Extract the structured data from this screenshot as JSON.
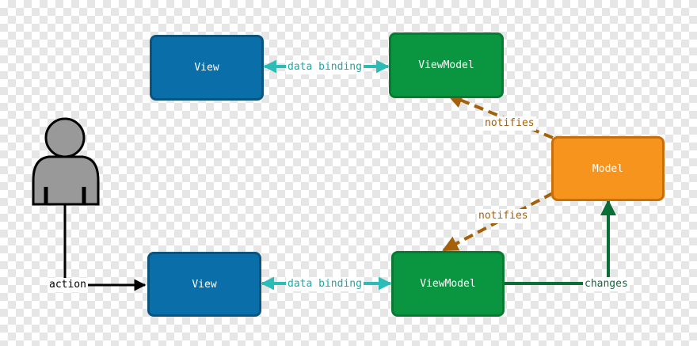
{
  "nodes": {
    "view_top": "View",
    "viewmodel_top": "ViewModel",
    "view_bottom": "View",
    "viewmodel_bottom": "ViewModel",
    "model": "Model"
  },
  "edges": {
    "binding_top": "data binding",
    "binding_bottom": "data binding",
    "notifies_top": "notifies",
    "notifies_bottom": "notifies",
    "changes": "changes",
    "action": "action"
  },
  "colors": {
    "view": "#0a6ea8",
    "viewmodel": "#0a9640",
    "model": "#f7941d",
    "binding": "#2bbcb5",
    "notifies": "#a4600a",
    "changes": "#0a6e36",
    "user": "#999999"
  }
}
